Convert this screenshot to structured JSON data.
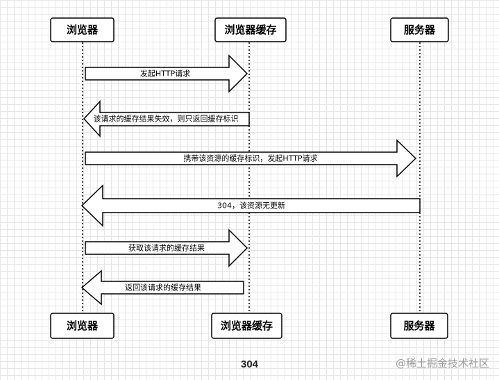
{
  "participants": [
    "浏览器",
    "浏览器缓存",
    "服务器"
  ],
  "messages": [
    {
      "text": "发起HTTP请求",
      "from": 0,
      "to": 1
    },
    {
      "text": "该请求的缓存结果失效，则只返回缓存标识",
      "from": 1,
      "to": 0
    },
    {
      "text": "携带该资源的缓存标识，发起HTTP请求",
      "from": 0,
      "to": 2
    },
    {
      "text": "304，该资源无更新",
      "from": 2,
      "to": 0
    },
    {
      "text": "获取该请求的缓存结果",
      "from": 0,
      "to": 1
    },
    {
      "text": "返回该请求的缓存结果",
      "from": 1,
      "to": 0
    }
  ],
  "caption": "304",
  "watermark": "@稀土掘金技术社区"
}
